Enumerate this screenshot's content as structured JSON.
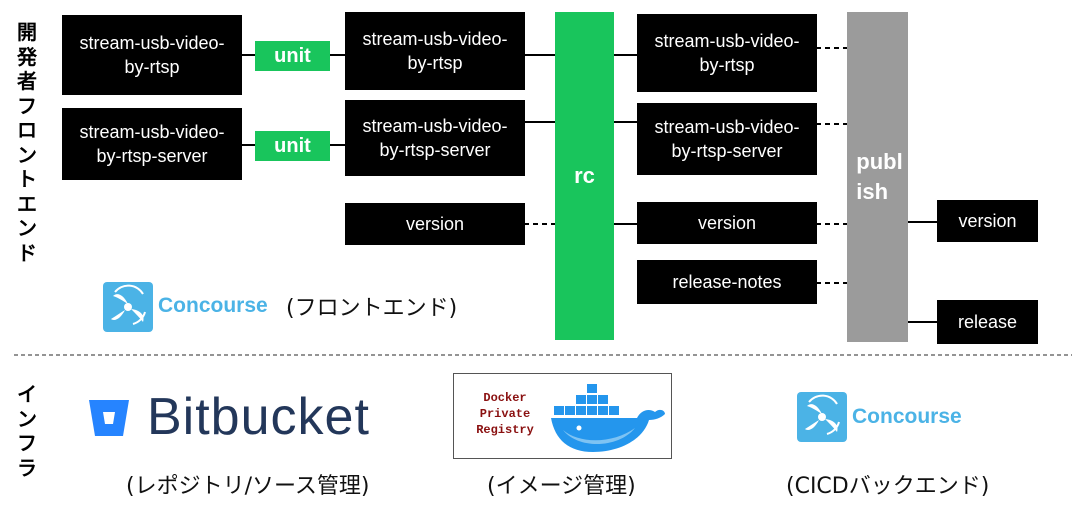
{
  "side_labels": {
    "frontend": "開発者フロントエンド",
    "infra": "インフラ"
  },
  "colors": {
    "green": "#19c55c",
    "gray": "#9b9b9b",
    "concourse": "#4bb3e6",
    "bitbucket": "#2684ff",
    "docker": "#2496ed"
  },
  "boxes": {
    "src1": "stream-usb-video-\nby-rtsp",
    "src2": "stream-usb-video-\nby-rtsp-server",
    "unit1": "unit",
    "unit2": "unit",
    "mid1": "stream-usb-video-\nby-rtsp",
    "mid2": "stream-usb-video-\nby-rtsp-server",
    "mid_version": "version",
    "rc": "rc",
    "right1": "stream-usb-video-\nby-rtsp",
    "right2": "stream-usb-video-\nby-rtsp-server",
    "right_version": "version",
    "release_notes": "release-notes",
    "publish": "publ\nish",
    "out_version": "version",
    "out_release": "release"
  },
  "frontend_logo": {
    "name": "Concourse",
    "caption": "(フロントエンド)",
    "icon": "concourse-propeller-icon"
  },
  "infra": {
    "bitbucket": {
      "name": "Bitbucket",
      "caption": "(レポジトリ/ソース管理)",
      "icon": "bitbucket-bucket-icon"
    },
    "docker": {
      "text": "Docker\nPrivate\nRegistry",
      "caption": "(イメージ管理)",
      "icon": "docker-whale-icon"
    },
    "concourse": {
      "name": "Concourse",
      "caption": "(CICDバックエンド)",
      "icon": "concourse-propeller-icon"
    }
  }
}
